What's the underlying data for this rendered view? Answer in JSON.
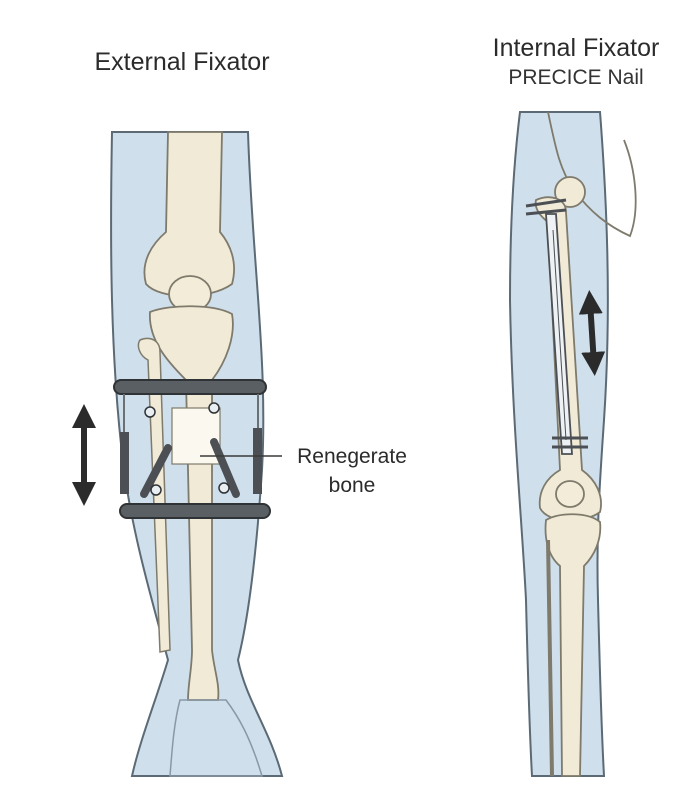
{
  "left_panel": {
    "title": "External Fixator",
    "callout": [
      "Renegerate",
      "bone"
    ]
  },
  "right_panel": {
    "title": "Internal Fixator",
    "subtitle": "PRECICE Nail"
  },
  "colors": {
    "skin": "#cfdfec",
    "skin_outline": "#5b6a75",
    "bone": "#f1ead6",
    "bone_outline": "#7e7a6c",
    "metal": "#4c5054",
    "arrow": "#2b2b2b"
  }
}
